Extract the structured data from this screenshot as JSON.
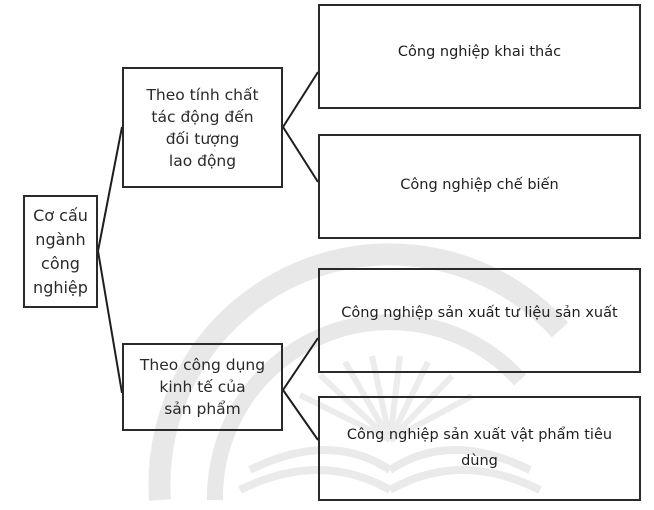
{
  "diagram": {
    "type": "tree",
    "root": {
      "label": "Cơ cấu\nngành\ncông\nnghiệp"
    },
    "branches": [
      {
        "label": "Theo tính chất\ntác động đến\nđối tượng\nlao động",
        "children": [
          {
            "label": "Công nghiệp khai thác"
          },
          {
            "label": "Công nghiệp chế biến"
          }
        ]
      },
      {
        "label": "Theo công dụng\nkinh tế của\nsản phẩm",
        "children": [
          {
            "label": "Công nghiệp sản xuất tư liệu sản xuất"
          },
          {
            "label": "Công nghiệp sản xuất vật phẩm tiêu dùng"
          }
        ]
      }
    ],
    "colors": {
      "border": "#2a2a2a",
      "text": "#222222",
      "watermark": "#e6e6e6"
    }
  }
}
